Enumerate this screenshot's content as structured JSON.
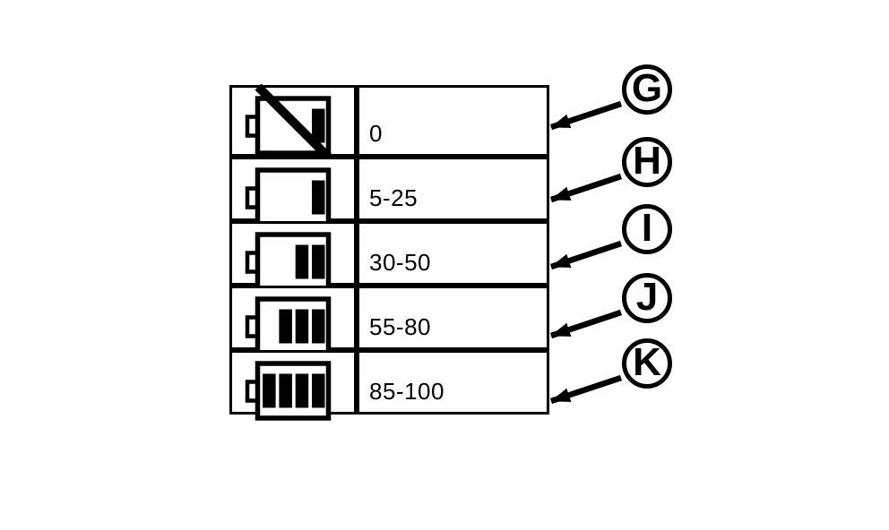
{
  "figure": {
    "rows": [
      {
        "callout": "G",
        "range": "0",
        "bars": 1,
        "crossed": true
      },
      {
        "callout": "H",
        "range": "5-25",
        "bars": 1,
        "crossed": false
      },
      {
        "callout": "I",
        "range": "30-50",
        "bars": 2,
        "crossed": false
      },
      {
        "callout": "J",
        "range": "55-80",
        "bars": 3,
        "crossed": false
      },
      {
        "callout": "K",
        "range": "85-100",
        "bars": 4,
        "crossed": false
      }
    ]
  },
  "colors": {
    "ink": "#000000",
    "background": "#ffffff"
  }
}
